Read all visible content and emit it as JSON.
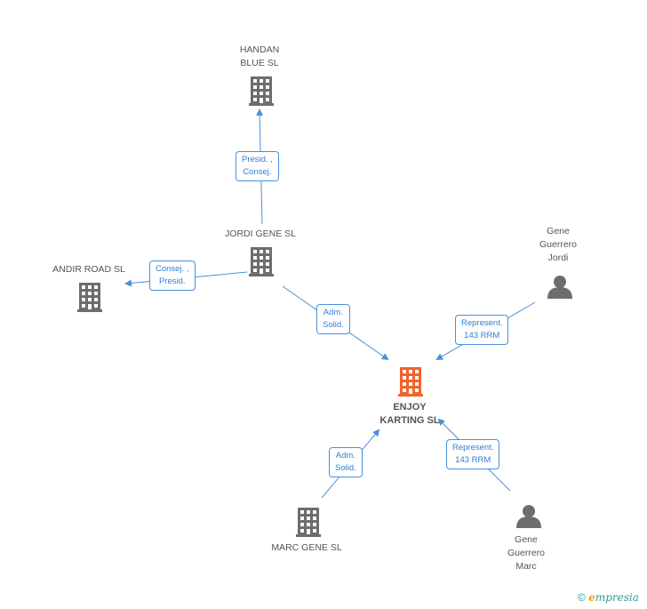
{
  "nodes": {
    "handan": {
      "label_line1": "HANDAN",
      "label_line2": "BLUE SL"
    },
    "jordi_gene": {
      "label_line1": "JORDI GENE  SL"
    },
    "andir": {
      "label_line1": "ANDIR ROAD SL"
    },
    "enjoy": {
      "label_line1": "ENJOY",
      "label_line2": "KARTING SL"
    },
    "marc_gene": {
      "label_line1": "MARC GENE SL"
    },
    "gene_jordi": {
      "label_line1": "Gene",
      "label_line2": "Guerrero",
      "label_line3": "Jordi"
    },
    "gene_marc": {
      "label_line1": "Gene",
      "label_line2": "Guerrero",
      "label_line3": "Marc"
    }
  },
  "edges": {
    "jordi_handan": {
      "line1": "Presid. ,",
      "line2": "Consej."
    },
    "jordi_andir": {
      "line1": "Consej. ,",
      "line2": "Presid."
    },
    "jordi_enjoy": {
      "line1": "Adm.",
      "line2": "Solid."
    },
    "genejordi_enjoy": {
      "line1": "Represent.",
      "line2": "143 RRM"
    },
    "marc_enjoy": {
      "line1": "Adm.",
      "line2": "Solid."
    },
    "genemarc_enjoy": {
      "line1": "Represent.",
      "line2": "143 RRM"
    }
  },
  "colors": {
    "edge": "#4a90d9",
    "company": "#6d6d6d",
    "main_company": "#f0642d",
    "person": "#6d6d6d"
  },
  "footer": {
    "copyright": "©",
    "brand_e": "e",
    "brand_rest": "mpresia"
  }
}
